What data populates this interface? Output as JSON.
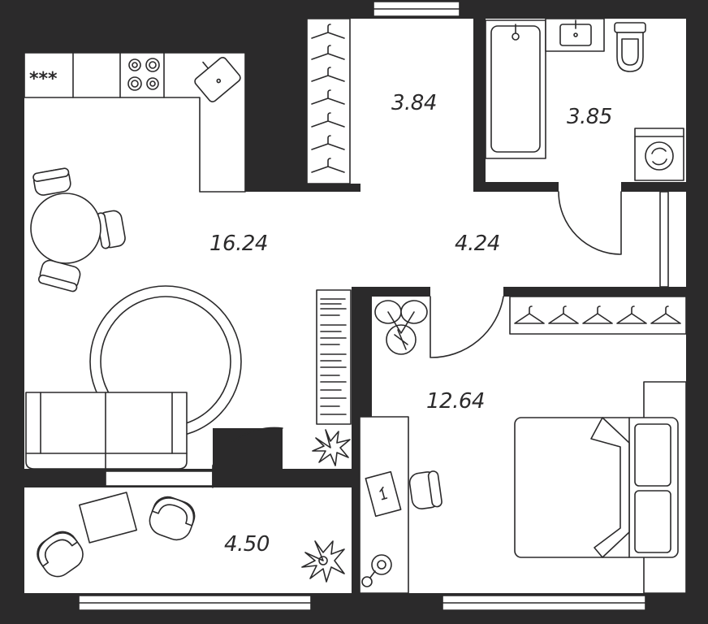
{
  "plan": {
    "colors": {
      "wall": "#2b2a2b",
      "floor": "#ffffff"
    },
    "rooms": [
      {
        "id": "kitchen-living",
        "area": "16.24"
      },
      {
        "id": "wardrobe",
        "area": "3.84"
      },
      {
        "id": "bathroom",
        "area": "3.85"
      },
      {
        "id": "hallway",
        "area": "4.24"
      },
      {
        "id": "bedroom",
        "area": "12.64"
      },
      {
        "id": "balcony",
        "area": "4.50"
      }
    ],
    "hob_marker": "***"
  }
}
